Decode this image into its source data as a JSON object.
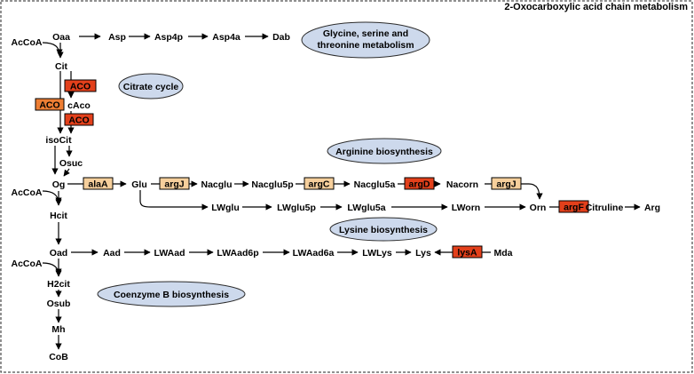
{
  "title": "2-Oxocarboxylic acid chain metabolism",
  "colors": {
    "gene_light": "#f6cf9c",
    "gene_medium": "#ee7e33",
    "gene_dark": "#e3401b",
    "ellipse_fill": "#cdd9ec"
  },
  "pathways": [
    {
      "id": "glycine",
      "lines": [
        "Glycine, serine and",
        "threonine metabolism"
      ]
    },
    {
      "id": "citrate",
      "lines": [
        "Citrate cycle"
      ]
    },
    {
      "id": "arginine",
      "lines": [
        "Arginine biosynthesis"
      ]
    },
    {
      "id": "lysine",
      "lines": [
        "Lysine biosynthesis"
      ]
    },
    {
      "id": "coenzymeb",
      "lines": [
        "Coenzyme B biosynthesis"
      ]
    }
  ],
  "compounds": [
    {
      "id": "accoa1",
      "label": "AcCoA"
    },
    {
      "id": "oaa",
      "label": "Oaa"
    },
    {
      "id": "asp",
      "label": "Asp"
    },
    {
      "id": "asp4p",
      "label": "Asp4p"
    },
    {
      "id": "asp4a",
      "label": "Asp4a"
    },
    {
      "id": "dab",
      "label": "Dab"
    },
    {
      "id": "cit",
      "label": "Cit"
    },
    {
      "id": "caco",
      "label": "cAco"
    },
    {
      "id": "isocit",
      "label": "isoCit"
    },
    {
      "id": "osuc",
      "label": "Osuc"
    },
    {
      "id": "og",
      "label": "Og"
    },
    {
      "id": "glu",
      "label": "Glu"
    },
    {
      "id": "nacglu",
      "label": "Nacglu"
    },
    {
      "id": "nacglu5p",
      "label": "Nacglu5p"
    },
    {
      "id": "nacglu5a",
      "label": "Nacglu5a"
    },
    {
      "id": "nacorn",
      "label": "Nacorn"
    },
    {
      "id": "accoa2",
      "label": "AcCoA"
    },
    {
      "id": "hcit",
      "label": "Hcit"
    },
    {
      "id": "lwglu",
      "label": "LWglu"
    },
    {
      "id": "lwglu5p",
      "label": "LWglu5p"
    },
    {
      "id": "lwglu5a",
      "label": "LWglu5a"
    },
    {
      "id": "lworn",
      "label": "LWorn"
    },
    {
      "id": "orn",
      "label": "Orn"
    },
    {
      "id": "citrulline",
      "label": "Citruline"
    },
    {
      "id": "arg",
      "label": "Arg"
    },
    {
      "id": "oad",
      "label": "Oad"
    },
    {
      "id": "aad",
      "label": "Aad"
    },
    {
      "id": "lwaad",
      "label": "LWAad"
    },
    {
      "id": "lwaad6p",
      "label": "LWAad6p"
    },
    {
      "id": "lwaad6a",
      "label": "LWAad6a"
    },
    {
      "id": "lwlys",
      "label": "LWLys"
    },
    {
      "id": "lys",
      "label": "Lys"
    },
    {
      "id": "mda",
      "label": "Mda"
    },
    {
      "id": "accoa3",
      "label": "AcCoA"
    },
    {
      "id": "h2cit",
      "label": "H2cit"
    },
    {
      "id": "osub",
      "label": "Osub"
    },
    {
      "id": "mh",
      "label": "Mh"
    },
    {
      "id": "cob",
      "label": "CoB"
    }
  ],
  "genes": [
    {
      "id": "aco1",
      "label": "ACO",
      "level": "dark"
    },
    {
      "id": "aco2",
      "label": "ACO",
      "level": "medium"
    },
    {
      "id": "aco3",
      "label": "ACO",
      "level": "dark"
    },
    {
      "id": "alaa",
      "label": "alaA",
      "level": "light"
    },
    {
      "id": "argj1",
      "label": "argJ",
      "level": "light"
    },
    {
      "id": "argc",
      "label": "argC",
      "level": "light"
    },
    {
      "id": "argd",
      "label": "argD",
      "level": "dark"
    },
    {
      "id": "argj2",
      "label": "argJ",
      "level": "light"
    },
    {
      "id": "argf",
      "label": "argF",
      "level": "dark"
    },
    {
      "id": "lysa",
      "label": "lysA",
      "level": "dark"
    }
  ]
}
